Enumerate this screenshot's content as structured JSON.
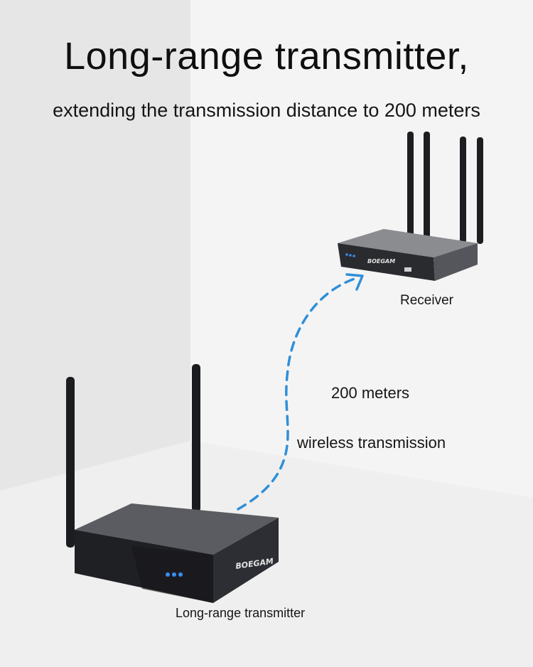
{
  "headline": "Long-range transmitter,",
  "subheadline": "extending the transmission distance to 200 meters",
  "receiver": {
    "label": "Receiver",
    "brand": "BOEGAM"
  },
  "transmitter": {
    "label": "Long-range transmitter",
    "brand": "BOEGAM"
  },
  "link": {
    "distance": "200 meters",
    "mode": "wireless transmission"
  },
  "colors": {
    "arrow": "#2f8fd8",
    "led": "#3a8df0",
    "device": "#2b2d31"
  }
}
